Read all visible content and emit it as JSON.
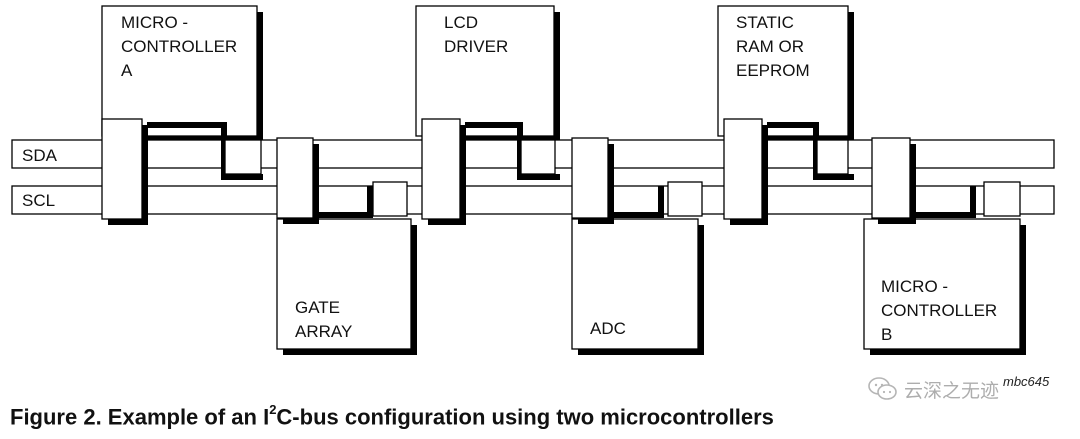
{
  "bus_lines": {
    "sda": "SDA",
    "scl": "SCL"
  },
  "devices": {
    "micro_a": [
      "MICRO -",
      "CONTROLLER",
      "A"
    ],
    "lcd_driver": [
      "LCD",
      "DRIVER"
    ],
    "static_ram": [
      "STATIC",
      "RAM OR",
      "EEPROM"
    ],
    "gate_array": [
      "GATE",
      "ARRAY"
    ],
    "adc": [
      "ADC"
    ],
    "micro_b": [
      "MICRO -",
      "CONTROLLER",
      "B"
    ]
  },
  "figure_code": "mbc645",
  "caption": {
    "prefix": "Figure 2.  Example of an I",
    "superscript": "2",
    "suffix": "C-bus configuration using two microcontrollers"
  },
  "watermark": "云深之无迹"
}
